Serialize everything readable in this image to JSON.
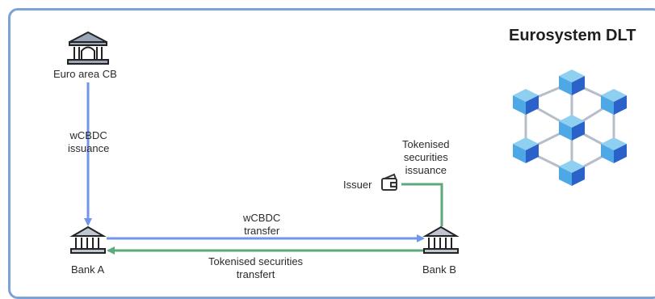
{
  "title": "Eurosystem DLT",
  "nodes": {
    "central_bank": "Euro area CB",
    "bank_a": "Bank A",
    "bank_b": "Bank B",
    "issuer": "Issuer"
  },
  "flows": {
    "wcbdc_issuance": [
      "wCBDC",
      "issuance"
    ],
    "tokenised_issuance": [
      "Tokenised",
      "securities",
      "issuance"
    ],
    "wcbdc_transfer": [
      "wCBDC",
      "transfer"
    ],
    "tokenised_transfer": [
      "Tokenised securities",
      "transfert"
    ]
  },
  "colors": {
    "frame": "#7da2d8",
    "wcbdc_arrow": "#6f96e8",
    "securities_arrow": "#5ea87e",
    "cube_light": "#8fd0f0",
    "cube_mid": "#4fa8e6",
    "cube_dark": "#2a62c9",
    "link": "#b7bdc9"
  },
  "icons": [
    "bank-icon",
    "wallet-icon",
    "blockchain-network-icon"
  ]
}
